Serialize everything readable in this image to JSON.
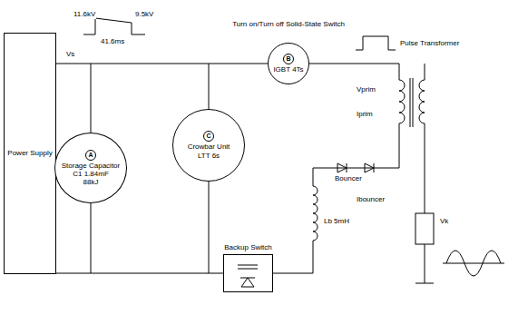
{
  "diagram": {
    "nodes": [
      {
        "text": [
          "Power Supply"
        ]
      },
      {
        "text": [
          "A",
          "Storage Capacitor",
          "C1 1.84mF",
          "88kJ"
        ]
      },
      {
        "text": [
          "B",
          "Turn on/Turn off Solid-State Switch",
          "IGBT 4Ts"
        ]
      },
      {
        "text": [
          "C",
          "Crowbar Unit",
          "LTT 6s"
        ]
      },
      {
        "text": [
          "Backup Switch"
        ]
      }
    ],
    "edges": [
      {
        "from": 0,
        "to": 2,
        "arrow": "none"
      },
      {
        "from": 0,
        "to": 4,
        "arrow": "none"
      }
    ],
    "labels": [
      "11.6kV",
      "9.5kV",
      "41.6ms",
      "Vs",
      "Pulse Transformer",
      "Vprim",
      "Iprim",
      "Bouncer",
      "Lb 5mH",
      "Ibouncer",
      "Vk"
    ]
  }
}
